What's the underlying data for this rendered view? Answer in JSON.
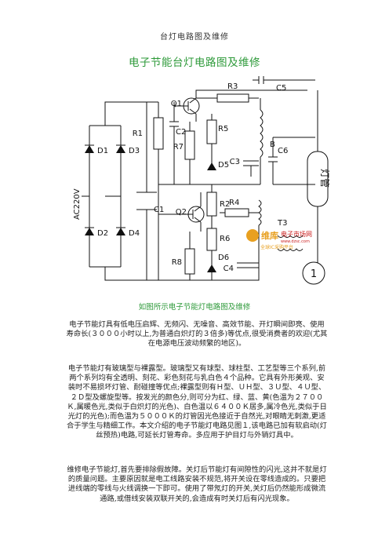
{
  "header": {
    "text": "台灯电路图及维修"
  },
  "title": "电子节能台灯电路图及维修",
  "schematic": {
    "labels": {
      "q1": "Q1",
      "q2": "Q2",
      "r1": "R1",
      "r2": "R2",
      "r3": "R3",
      "r4": "R4",
      "r5": "R5",
      "r6": "R6",
      "r7": "R7",
      "r8": "R8",
      "c1": "C1",
      "c2": "C2",
      "c3": "C3",
      "c4": "C4",
      "c5": "C5",
      "c6": "C6",
      "d1": "D1",
      "d2": "D2",
      "d3": "D3",
      "d4": "D4",
      "d5": "D5",
      "d6": "D6",
      "b": "B",
      "t3": "T3",
      "ac": "AC220V",
      "lamp": "灯管",
      "circle": "1"
    },
    "watermark": {
      "name": "维库",
      "site": "电子市场网",
      "url": "www.dzsc.com",
      "slogan": "全球IC采购平台"
    }
  },
  "caption": "如图所示电子节能灯电路图及维修",
  "paragraphs": [
    "电子节能灯具有低电压启辉、无频闪、无噪音、高效节能、开灯瞬间即亮、使用寿命长(３０００小时以上,为普通白炽灯的３倍多)等优点,很受消费者的欢迎(尤其在电源电压波动频繁的地区)。",
    "电子节能灯有玻璃型与裸露型。玻璃型又有球型、球柱型、工艺型等三个系列,前两个系列均有全透明、刻花、彩色刻花与乳白色４个品种。它具有外形美观、安装时不易损坏灯管、耐碰撞等优点;裸露型则有Ｈ型、ＵＨ型、３Ｕ型、４Ｕ型、２Ｄ型及螺旋型等。按发光的颜色分,则可分为红、绿、蓝、黄(色温为２７００Ｋ,属暖色光,类似于白炽灯的光色)、白色温以６４００Ｋ居多,属冷色光,类似于日光灯的光色);而色温为５０００Ｋ的灯管因光色接近于自然光,对眼睛无刺激,更适合于学生与精细工作。本文介绍的电子节能灯电路见图１,该电路已加有软启动(灯丝预热)电路,可延长灯管寿命。多应用于护目灯与外销灯具中。",
    "维修电子节能灯,首先要排除假故障。关灯后节能灯有间隙性的闪光,这并不就是灯的质量问题。主要原因就是电工线路安装不规范,将开关设在零线造成的。只要把进线端的零线与火线调换一下即可。使用了带氖灯的开关,关灯后仍然能形成微流通路,或借线安装双联开关的,会造成有时关灯后有闪光现象。"
  ]
}
